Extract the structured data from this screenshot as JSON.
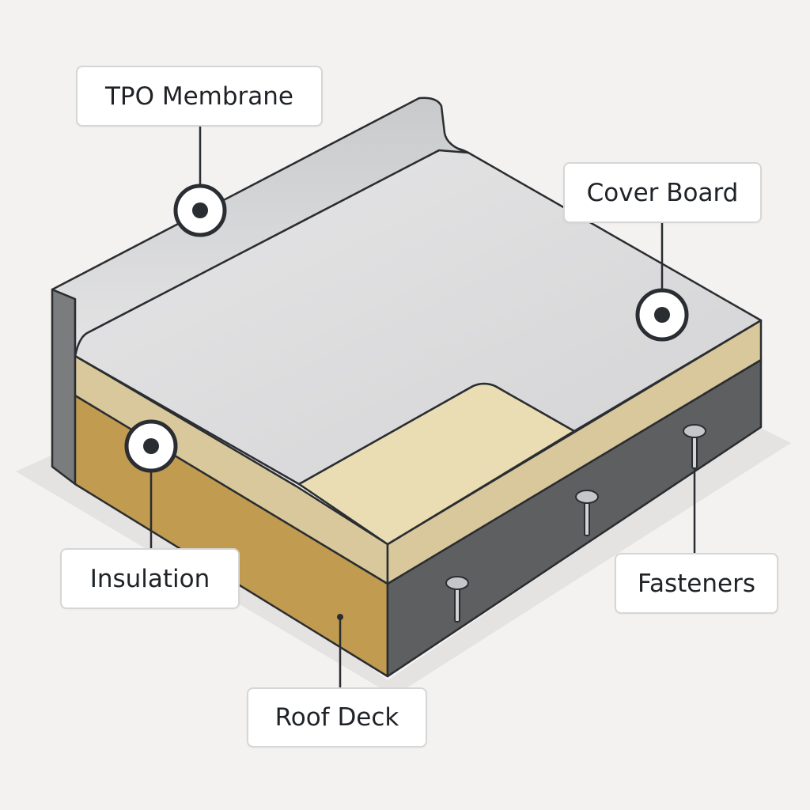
{
  "labels": {
    "tpo_membrane": "TPO Membrane",
    "cover_board": "Cover Board",
    "insulation": "Insulation",
    "fasteners": "Fasteners",
    "roof_deck": "Roof Deck"
  },
  "colors": {
    "background": "#f3f2f0",
    "membrane": "#dcdcdd",
    "cover_board": "#d8c89b",
    "cover_board_exposed": "#eadcb3",
    "insulation": "#c19b4f",
    "deck": "#5e5f60",
    "outline": "#2a2d31"
  }
}
